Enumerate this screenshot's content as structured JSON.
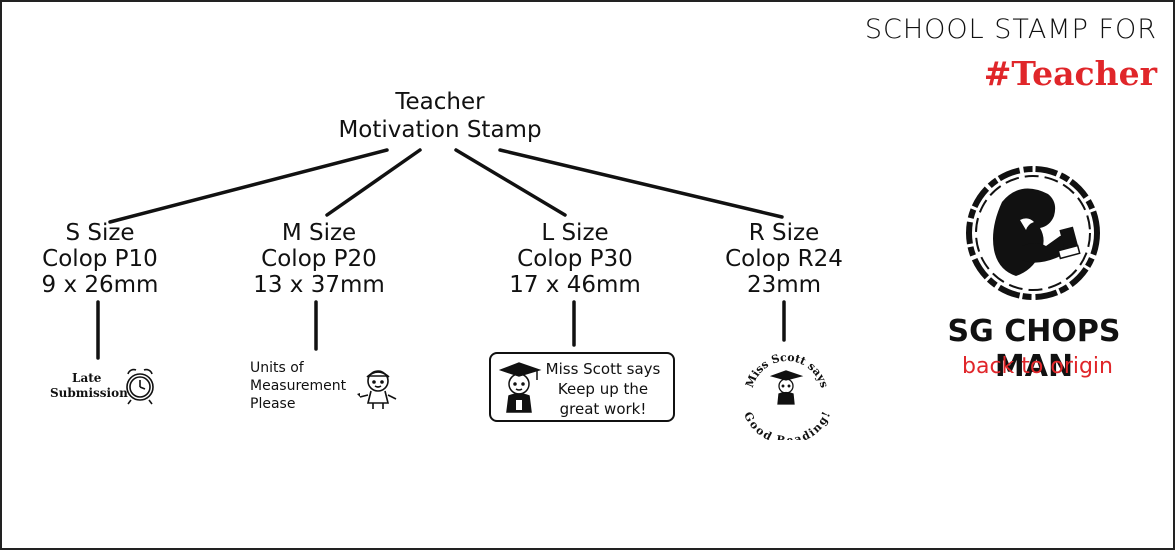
{
  "header": {
    "line1": "SCHOOL STAMP FOR",
    "hashtag": "#Teacher",
    "hashtag_color": "#e0262a"
  },
  "root": {
    "line1": "Teacher",
    "line2": "Motivation Stamp"
  },
  "branches": [
    {
      "size": "S Size",
      "model": "Colop P10",
      "dims": "9 x 26mm"
    },
    {
      "size": "M Size",
      "model": "Colop P20",
      "dims": "13 x 37mm"
    },
    {
      "size": "L Size",
      "model": "Colop P30",
      "dims": "17 x 46mm"
    },
    {
      "size": "R Size",
      "model": "Colop R24",
      "dims": "23mm"
    }
  ],
  "stamps": {
    "small": {
      "line1": "Late",
      "line2": "Submission",
      "icon": "alarm-clock-icon"
    },
    "medium": {
      "line1": "Units of",
      "line2": "Measurement",
      "line3": "Please",
      "icon": "boy-character-icon"
    },
    "large": {
      "line1": "Miss Scott says",
      "line2": "Keep up the",
      "line3": "great work!",
      "icon": "graduate-character-icon"
    },
    "round": {
      "top_text": "Miss Scott says",
      "bottom_text": "Good Reading!",
      "icon": "graduate-character-icon"
    }
  },
  "brand": {
    "name": "SG CHOPS MAN",
    "tagline": "back to origin",
    "tagline_color": "#e0262a",
    "logo_icon": "lion-with-stamp-icon"
  }
}
